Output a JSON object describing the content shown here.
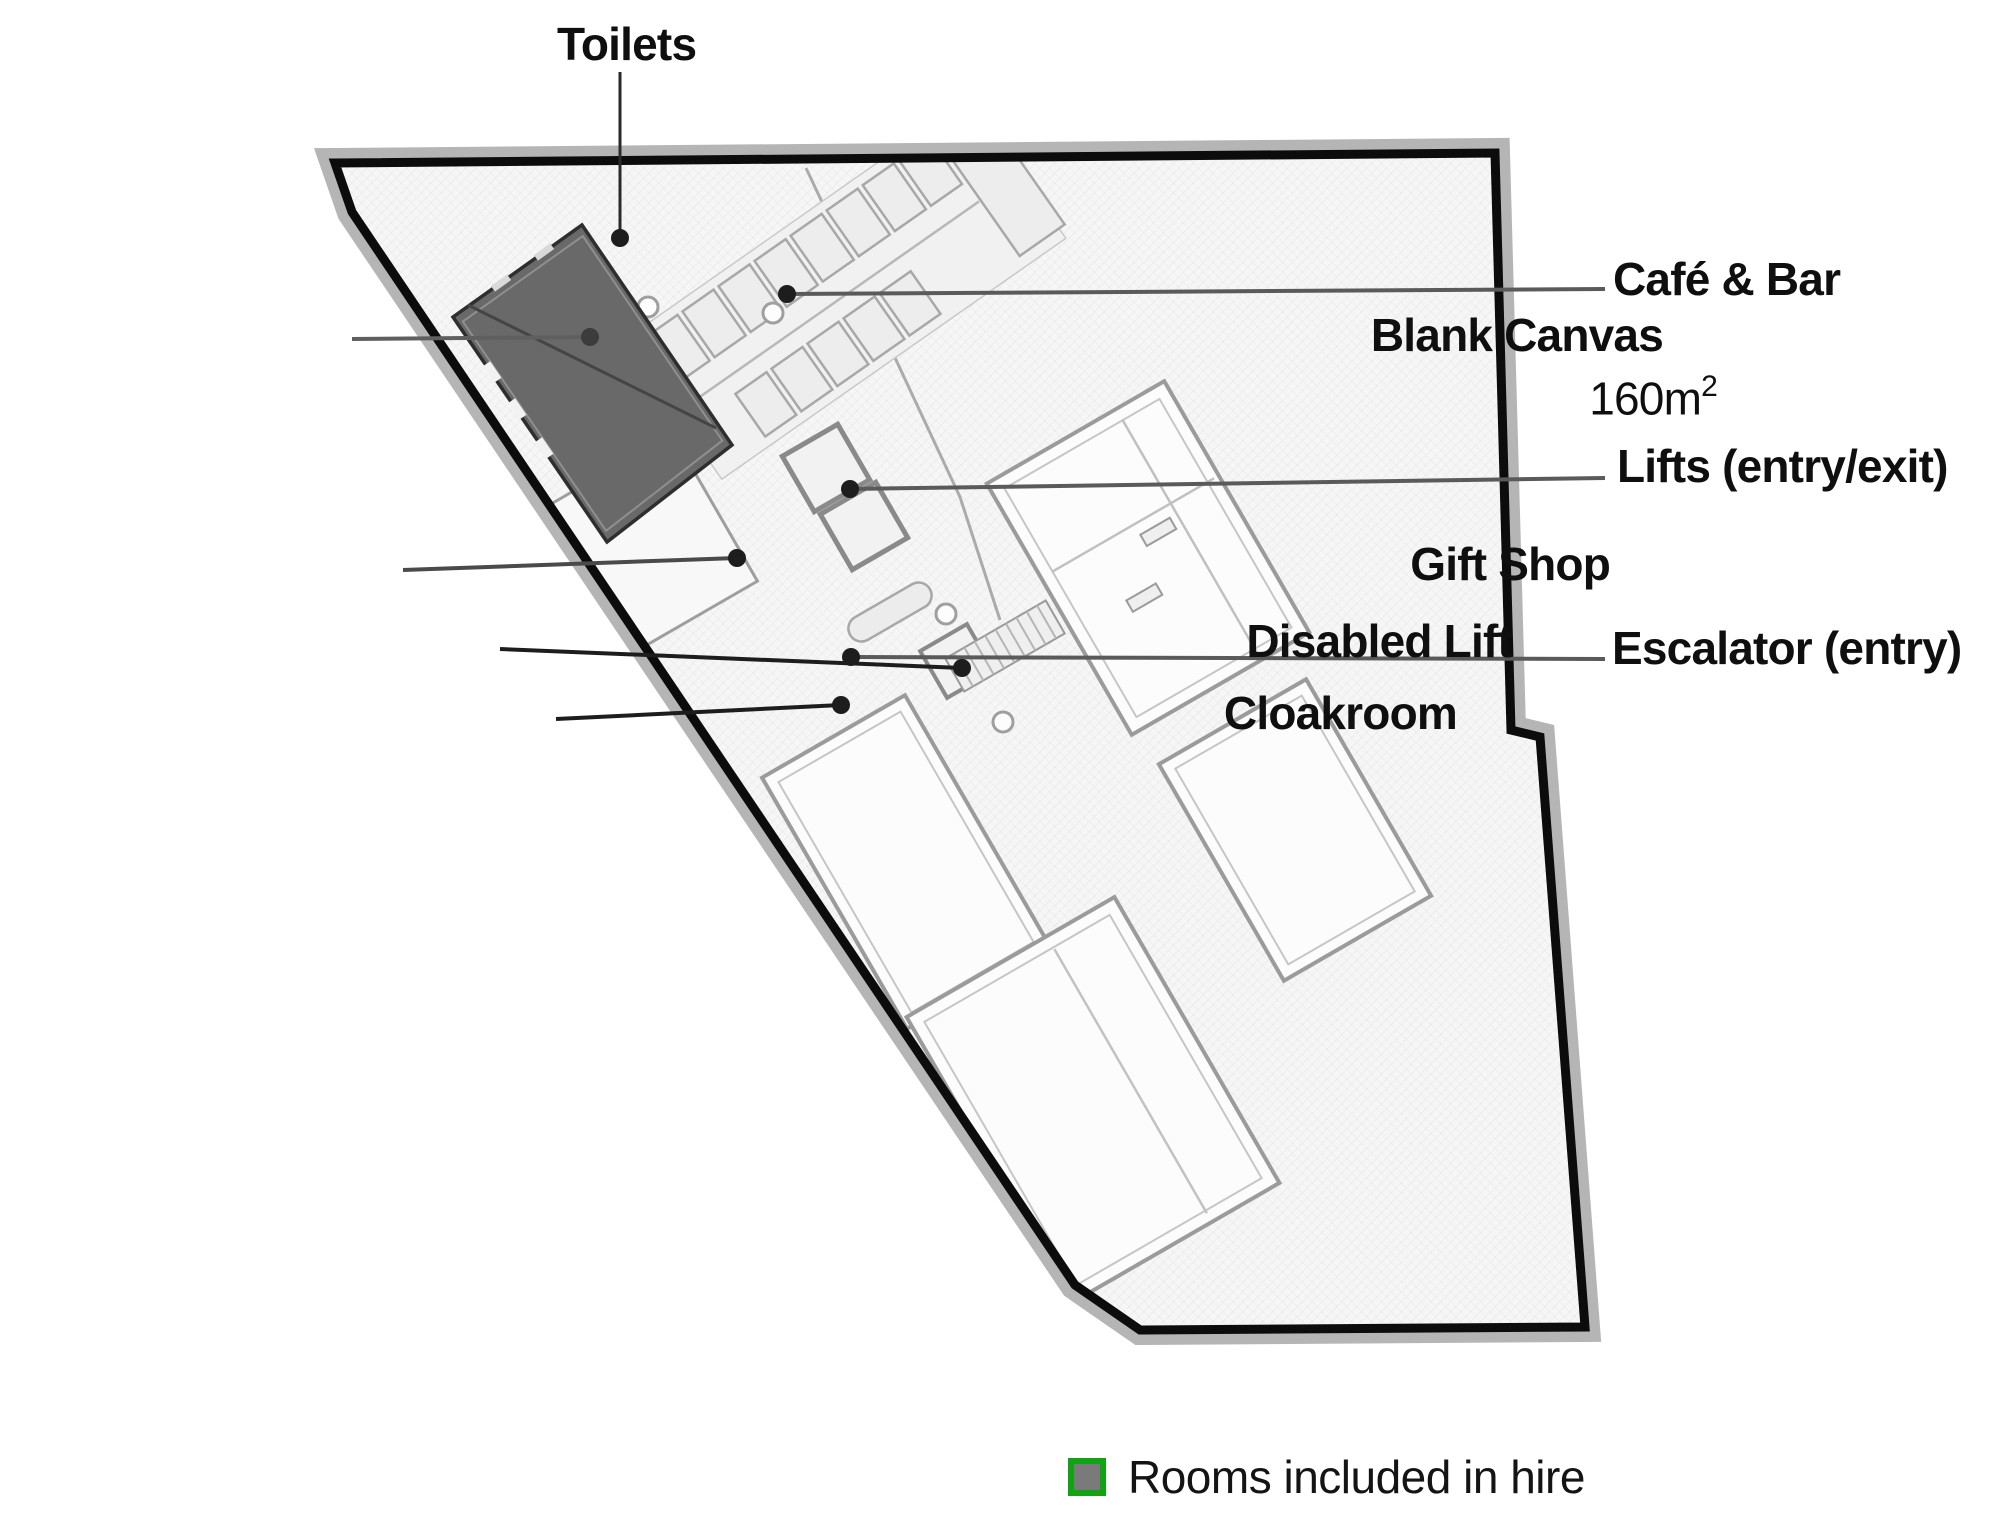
{
  "labels": {
    "toilets": "Toilets",
    "blank_canvas_name": "Blank Canvas",
    "blank_canvas_area": "160m",
    "blank_canvas_area_sup": "2",
    "gift_shop": "Gift Shop",
    "disabled_lift": "Disabled Lift",
    "cloakroom": "Cloakroom",
    "cafe_bar": "Café & Bar",
    "lifts": "Lifts (entry/exit)",
    "escalator": "Escalator (entry)"
  },
  "legend": {
    "label": "Rooms included in hire",
    "swatch_fill": "#7a7a7a",
    "swatch_border": "#12a312"
  },
  "colors": {
    "plan_border": "#0c0c0c",
    "plan_shadow": "#b5b5b5",
    "plan_floor": "#f6f6f6",
    "highlighted_room_fill": "#696969",
    "leader_line_gray": "#5a5a5a",
    "leader_line_dark": "#1d1d1d"
  }
}
